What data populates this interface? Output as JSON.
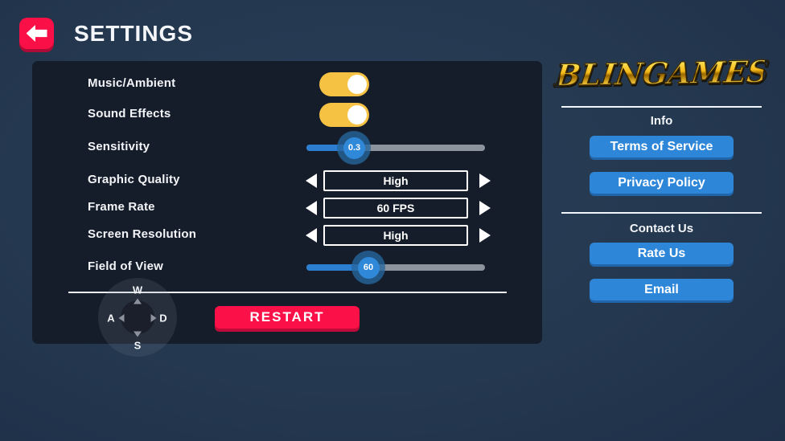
{
  "header": {
    "title": "SETTINGS"
  },
  "panel": {
    "rows": {
      "music": {
        "label": "Music/Ambient",
        "state": "on"
      },
      "sound": {
        "label": "Sound Effects",
        "state": "on"
      },
      "sensitivity": {
        "label": "Sensitivity",
        "value": "0.3",
        "fill": "26.8%"
      },
      "graphic_quality": {
        "label": "Graphic Quality",
        "value": "High"
      },
      "frame_rate": {
        "label": "Frame Rate",
        "value": "60 FPS"
      },
      "screen_resolution": {
        "label": "Screen Resolution",
        "value": "High"
      },
      "field_of_view": {
        "label": "Field of View",
        "value": "60",
        "fill": "34.7%"
      }
    },
    "restart_label": "RESTART",
    "joystick": {
      "up": "W",
      "down": "S",
      "left": "A",
      "right": "D"
    }
  },
  "sidebar": {
    "logo_text": "BLINGAMES",
    "info": {
      "title": "Info",
      "terms_label": "Terms of Service",
      "privacy_label": "Privacy Policy"
    },
    "contact": {
      "title": "Contact Us",
      "rate_label": "Rate Us",
      "email_label": "Email"
    }
  },
  "colors": {
    "background": "#24384f",
    "panel": "#161d2a",
    "accent_red": "#fb1047",
    "toggle_yellow": "#f6c244",
    "slider_blue": "#2c7fd0",
    "button_blue": "#2e86d8",
    "text": "#ffffff",
    "logo_gold": "#f5b919"
  }
}
